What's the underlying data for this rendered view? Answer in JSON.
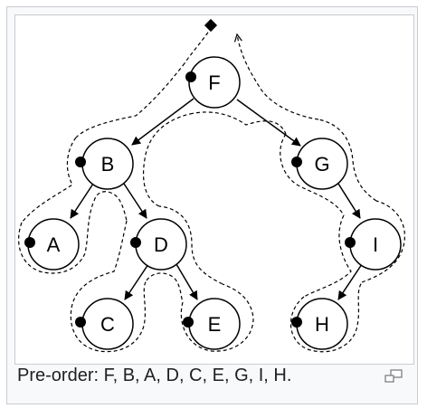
{
  "caption": "Pre-order: F, B, A, D, C, E, G, I, H.",
  "enlarge_icon": "magnify-clip-icon",
  "diagram": {
    "nodes": [
      {
        "id": "F",
        "label": "F"
      },
      {
        "id": "B",
        "label": "B"
      },
      {
        "id": "G",
        "label": "G"
      },
      {
        "id": "A",
        "label": "A"
      },
      {
        "id": "D",
        "label": "D"
      },
      {
        "id": "I",
        "label": "I"
      },
      {
        "id": "C",
        "label": "C"
      },
      {
        "id": "E",
        "label": "E"
      },
      {
        "id": "H",
        "label": "H"
      }
    ],
    "edges": [
      {
        "from": "F",
        "to": "B"
      },
      {
        "from": "F",
        "to": "G"
      },
      {
        "from": "B",
        "to": "A"
      },
      {
        "from": "B",
        "to": "D"
      },
      {
        "from": "D",
        "to": "C"
      },
      {
        "from": "D",
        "to": "E"
      },
      {
        "from": "G",
        "to": "I"
      },
      {
        "from": "I",
        "to": "H"
      }
    ],
    "traversal_order": [
      "F",
      "B",
      "A",
      "D",
      "C",
      "E",
      "G",
      "I",
      "H"
    ],
    "colors": {
      "node_fill": "#ffffff",
      "stroke": "#000000",
      "marker": "#000000"
    }
  }
}
